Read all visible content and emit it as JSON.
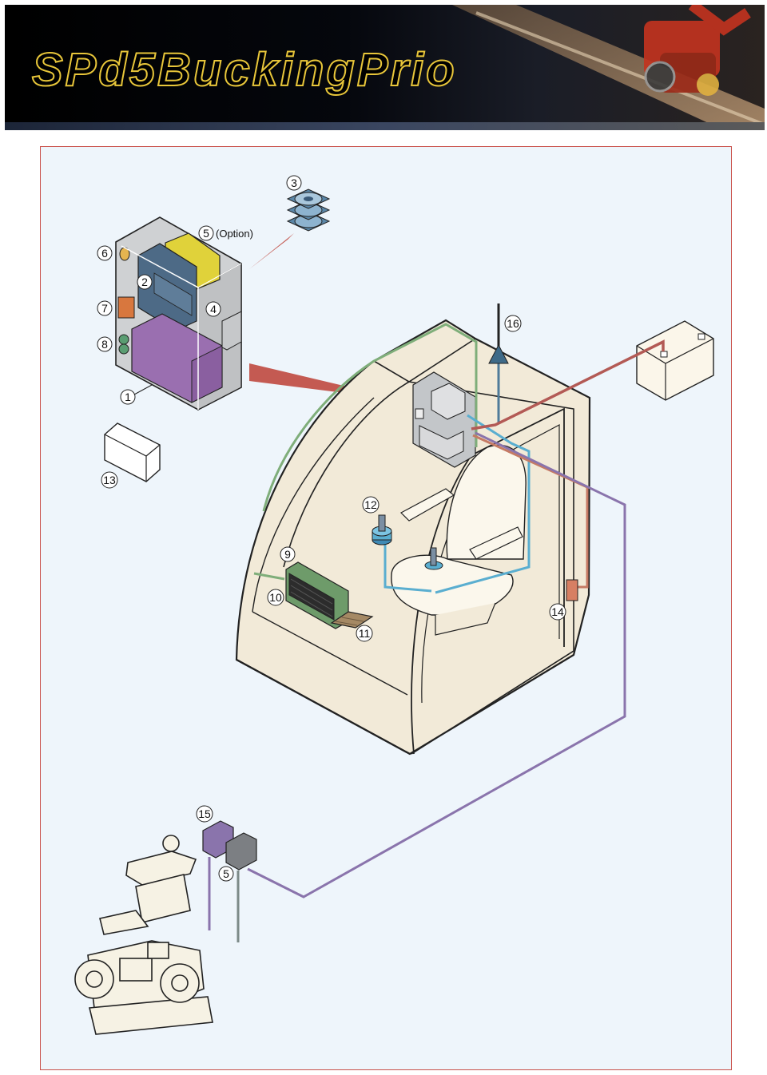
{
  "header": {
    "title": "SPd5BuckingPrio"
  },
  "callouts": {
    "c1": "1",
    "c2": "2",
    "c3": "3",
    "c4": "4",
    "c5a": "5",
    "c5b": "5",
    "c6": "6",
    "c7": "7",
    "c8": "8",
    "c9": "9",
    "c10": "10",
    "c11": "11",
    "c12": "12",
    "c13": "13",
    "c14": "14",
    "c15": "15",
    "c16": "16"
  },
  "option_label": "(Option)",
  "colors": {
    "panel_border": "#c9504a",
    "panel_bg": "#eef5fb",
    "cable_green": "#7fae7a",
    "cable_blue": "#5aaed0",
    "cable_purple": "#8a74ac",
    "cable_red": "#b35a55",
    "cab_fill": "#f2ead8",
    "title_outline": "#e8c63a"
  },
  "icons": [
    "harvester-head-photo",
    "cd-disc-icon",
    "battery-icon",
    "antenna-icon",
    "joystick-icon",
    "keyboard-icon",
    "display-icon",
    "seat-icon",
    "forest-machine-icon"
  ]
}
